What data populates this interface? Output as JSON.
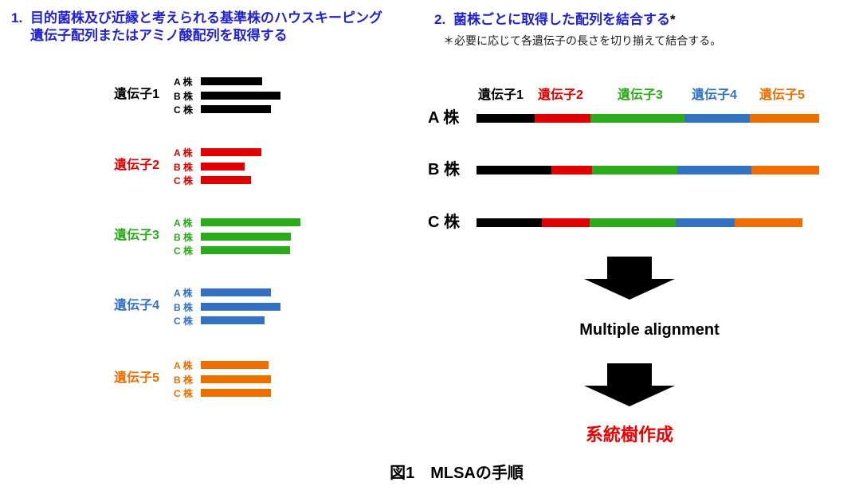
{
  "colors": {
    "heading_blue": "#2222CE",
    "black": "#000000",
    "red": "#E00000",
    "green": "#2BAA1C",
    "blue": "#3372C2",
    "orange": "#EE6E00",
    "result_red": "#F00000"
  },
  "step1": {
    "number": "1.",
    "heading_line1": "目的菌株及び近縁と考えられる基準株のハウスキーピング",
    "heading_line2": "遺伝子配列またはアミノ酸配列を取得する",
    "genes": [
      {
        "label": "遺伝子1",
        "color": "black",
        "strains": [
          {
            "label": "A 株",
            "width": 77
          },
          {
            "label": "B 株",
            "width": 100
          },
          {
            "label": "C 株",
            "width": 88
          }
        ]
      },
      {
        "label": "遺伝子2",
        "color": "red",
        "strains": [
          {
            "label": "A 株",
            "width": 76
          },
          {
            "label": "B 株",
            "width": 55
          },
          {
            "label": "C 株",
            "width": 63
          }
        ]
      },
      {
        "label": "遺伝子3",
        "color": "green",
        "strains": [
          {
            "label": "A 株",
            "width": 125
          },
          {
            "label": "B 株",
            "width": 113
          },
          {
            "label": "C 株",
            "width": 112
          }
        ]
      },
      {
        "label": "遺伝子4",
        "color": "blue",
        "strains": [
          {
            "label": "A 株",
            "width": 88
          },
          {
            "label": "B 株",
            "width": 100
          },
          {
            "label": "C 株",
            "width": 80
          }
        ]
      },
      {
        "label": "遺伝子5",
        "color": "orange",
        "strains": [
          {
            "label": "A 株",
            "width": 85
          },
          {
            "label": "B 株",
            "width": 88
          },
          {
            "label": "C 株",
            "width": 88
          }
        ]
      }
    ]
  },
  "step2": {
    "number": "2.",
    "heading": "菌株ごとに取得した配列を結合する",
    "heading_asterisk": "*",
    "footnote": "＊必要に応じて各遺伝子の長さを切り揃えて結合する。",
    "gene_labels": [
      {
        "label": "遺伝子1",
        "color": "black"
      },
      {
        "label": "遺伝子2",
        "color": "red"
      },
      {
        "label": "遺伝子3",
        "color": "green"
      },
      {
        "label": "遺伝子4",
        "color": "blue"
      },
      {
        "label": "遺伝子5",
        "color": "orange"
      }
    ],
    "segment_colors": [
      "black",
      "red",
      "green",
      "blue",
      "orange"
    ],
    "strains": [
      {
        "label": "A 株",
        "segments": [
          73,
          70,
          118,
          82,
          87
        ]
      },
      {
        "label": "B 株",
        "segments": [
          94,
          51,
          107,
          93,
          85
        ]
      },
      {
        "label": "C 株",
        "segments": [
          82,
          60,
          108,
          74,
          85
        ]
      }
    ]
  },
  "flow": {
    "step_label": "Multiple alignment",
    "result_label": "系統樹作成"
  },
  "caption": "図1　MLSAの手順"
}
